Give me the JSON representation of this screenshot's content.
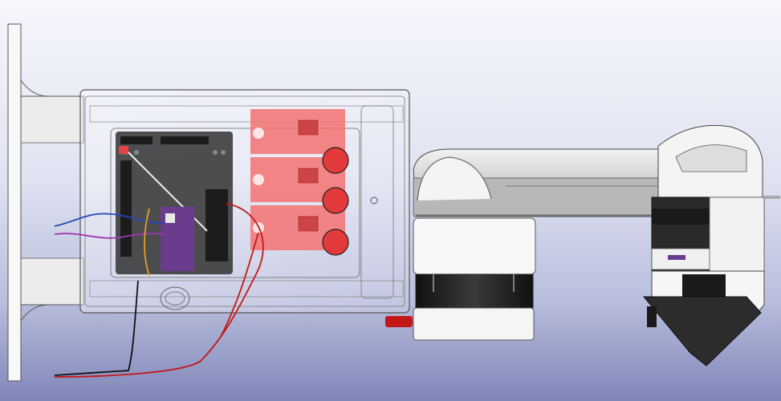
{
  "scene": {
    "colors": {
      "bg_top": "#f4f5fb",
      "bg_mid": "#c9cde6",
      "bg_bottom": "#8b91bf",
      "pcb_red": "#f26d6d",
      "pcb_black": "#3a3a3a",
      "arduino_purple": "#6b3c8e",
      "wire_red": "#c41818",
      "wire_black": "#111111",
      "wire_blue": "#2445b8",
      "wire_purple": "#a036b0",
      "motor_black": "#1a1a1a"
    },
    "parts": {
      "mounting_flange": "mounting-flange",
      "enclosure": "transparent-enclosure",
      "control_board": "ramps-control-board",
      "stepper_drivers": [
        "stepper-driver-1",
        "stepper-driver-2",
        "stepper-driver-3"
      ],
      "arm": "upper-arm",
      "lower_motor": "nema17-stepper-lower",
      "wrist_motor": "wrist-stepper",
      "servo_gripper": "servo-gripper"
    }
  }
}
